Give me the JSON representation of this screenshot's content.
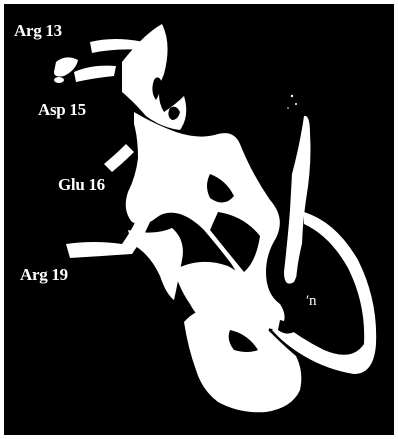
{
  "labels": {
    "arg13": "Arg 13",
    "asp15": "Asp 15",
    "glu16": "Glu 16",
    "arg19": "Arg 19",
    "ion": "′n"
  },
  "colors": {
    "background": "#000000",
    "structure": "#ffffff",
    "frame": "#ffffff"
  }
}
